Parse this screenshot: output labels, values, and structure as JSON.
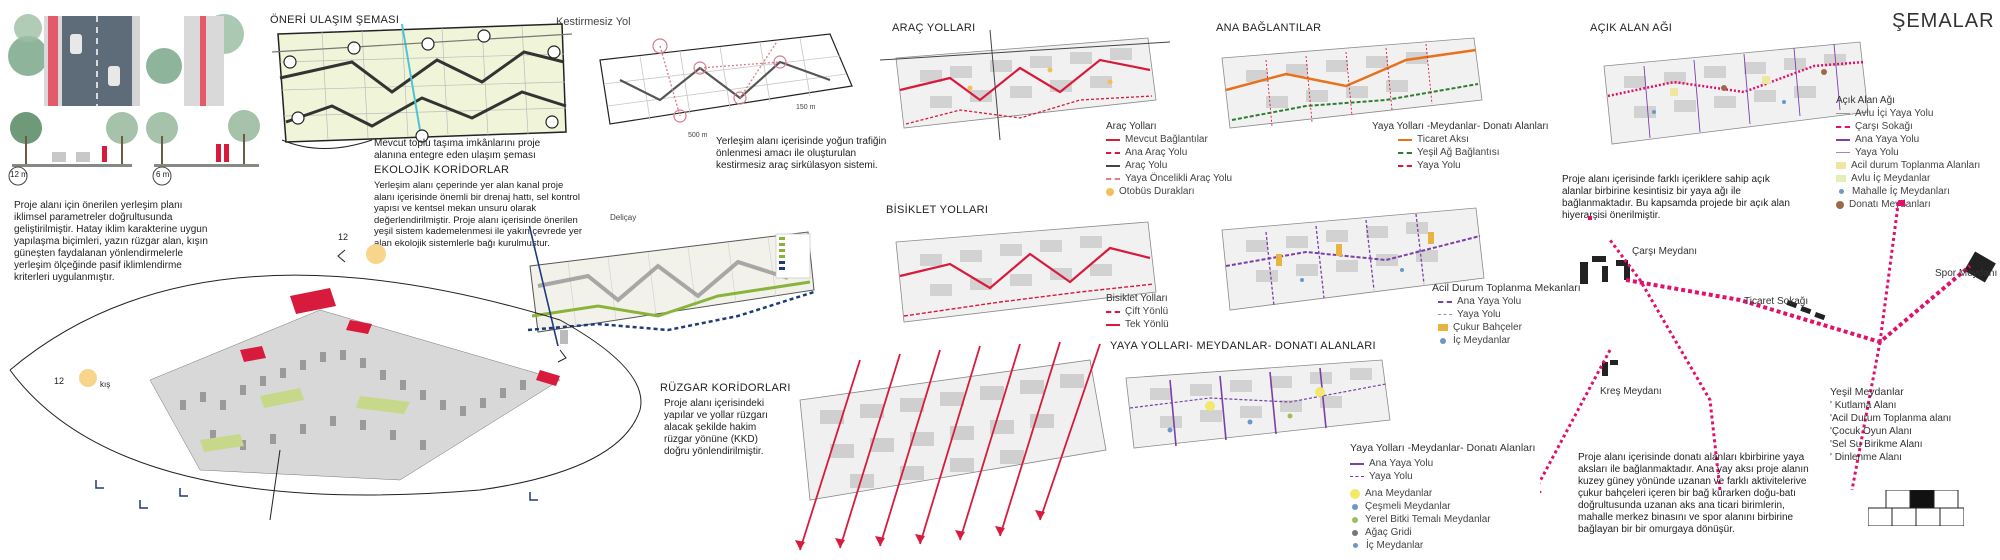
{
  "page_title": "ŞEMALAR",
  "panels": {
    "oneri_ulasim": {
      "title": "ÖNERİ ULAŞIM ŞEMASI",
      "kestirmesiz": "Kestirmesiz Yol",
      "scale_150": "150 m",
      "scale_500": "500 m"
    },
    "street_sections": {
      "w12": "12 m",
      "w6": "6 m"
    },
    "mevcut_toplu": "Mevcut toplu taşıma imkânlarını proje alanına entegre eden ulaşım şeması",
    "ekolojik": {
      "title": "EKOLOJİK KORİDORLAR",
      "text": "Yerleşim alanı çeperinde yer alan kanal proje alanı içerisinde önemli bir drenaj hattı, sel kontrol yapısı ve kentsel mekan unsuru olarak değerlendirilmiştir. Proje alanı içerisinde önerilen yeşil sistem kademelenmesi ile yakın çevrede yer alan ekolojik sistemlerle bağı kurulmuştur.",
      "label_delicay": "Deliçay"
    },
    "iklim": {
      "text": "Proje alanı için önerilen yerleşim planı iklimsel parametreler doğrultusunda geliştirilmiştir. Hatay iklim karakterine uygun yapılaşma biçimleri, yazın rüzgar alan, kışın güneşten faydalanan yönlendirmelerle yerleşim ölçeğinde pasif iklimlendirme kriterleri uygulanmıştır.",
      "sun_12a": "12",
      "sun_12b": "12",
      "kis": "kış"
    },
    "arac": {
      "title": "ARAÇ YOLLARI",
      "text": "Yerleşim alanı içerisinde yoğun trafiğin önlenmesi amacı ile oluşturulan kestirmesiz araç sirkülasyon sistemi.",
      "legend_title": "Araç Yolları",
      "legend": [
        "Mevcut Bağlantılar",
        "Ana Araç Yolu",
        "Araç Yolu",
        "Yaya Öncelikli Araç Yolu",
        "Otobüs Durakları"
      ]
    },
    "ana_baglanti": {
      "title": "ANA BAĞLANTILAR",
      "legend_title": "Yaya Yolları -Meydanlar- Donatı Alanları",
      "legend": [
        "Ticaret Aksı",
        "Yeşil Ağ Bağlantısı",
        "Yaya Yolu"
      ]
    },
    "acik_alan": {
      "title": "AÇIK ALAN AĞI",
      "legend_title": "Açık Alan Ağı",
      "legend": [
        "Avlu İçi Yaya Yolu",
        "Çarşı Sokağı",
        "Ana Yaya Yolu",
        "Yaya Yolu",
        "Acil durum Toplanma Alanları",
        "Avlu İç Meydanlar",
        "Mahalle İç Meydanları",
        "Donatı Meydanları"
      ],
      "text": "Proje alanı içerisinde farklı içeriklere sahip açık alanlar birbirine kesintisiz bir yaya ağı ile bağlanmaktadır. Bu kapsamda projede bir açık alan hiyerarşisi önerilmiştir."
    },
    "bisiklet": {
      "title": "BİSİKLET YOLLARI",
      "legend_title": "Bisiklet Yolları",
      "legend": [
        "Çift Yönlü",
        "Tek Yönlü"
      ]
    },
    "acil": {
      "title": "Acil Durum Toplanma Mekanları",
      "legend": [
        "Ana Yaya Yolu",
        "Yaya Yolu",
        "Çukur Bahçeler",
        "İç Meydanlar"
      ]
    },
    "yaya": {
      "title": "YAYA YOLLARI- MEYDANLAR- DONATI ALANLARI",
      "legend_title": "Yaya Yolları -Meydanlar- Donatı Alanları",
      "legend": [
        "Ana Yaya Yolu",
        "Yaya Yolu",
        "Ana Meydanlar",
        "Çeşmeli Meydanlar",
        "Yerel Bitki Temalı Meydanlar",
        "Ağaç Gridi",
        "İç Meydanlar"
      ]
    },
    "ruzgar": {
      "title": "RÜZGAR KORİDORLARI",
      "text": "Proje alanı içerisindeki yapılar ve yollar rüzgarı alacak şekilde hakim rüzgar yönüne (KKD) doğru yönlendirilmiştir."
    },
    "diagram": {
      "carsi": "Çarşı Meydanı",
      "ticaret": "Ticaret Sokağı",
      "spor": "Spor Meydanı",
      "kres": "Kreş Meydanı",
      "yesil_title": "Yeşil Meydanlar",
      "yesil_items": [
        "' Kutlama Alanı",
        "'Acil Durum Toplanma alanı",
        "'Çocuk Oyun Alanı",
        "'Sel Su Birikme Alanı",
        "' Dinlenme Alanı"
      ],
      "text": "Proje alanı içerisinde donatı alanları kbirbirine yaya aksları ile bağlanmaktadır. Ana yay aksı proje alanın kuzey güney yönünde uzanan ve farklı aktivitelerive çukur bahçeleri içeren bir bağ kurarken doğu-batı doğrultusunda uzanan aks ana ticari birimlerin, mahalle merkez binasını ve spor alanını birbirine bağlayan bir bir omurgaya dönüşür."
    }
  },
  "colors": {
    "red": "#d81b3c",
    "pink": "#e0116b",
    "purple": "#7b3fa6",
    "green": "#2e7d32",
    "orange": "#e8711c",
    "navy": "#1f3a7a"
  }
}
